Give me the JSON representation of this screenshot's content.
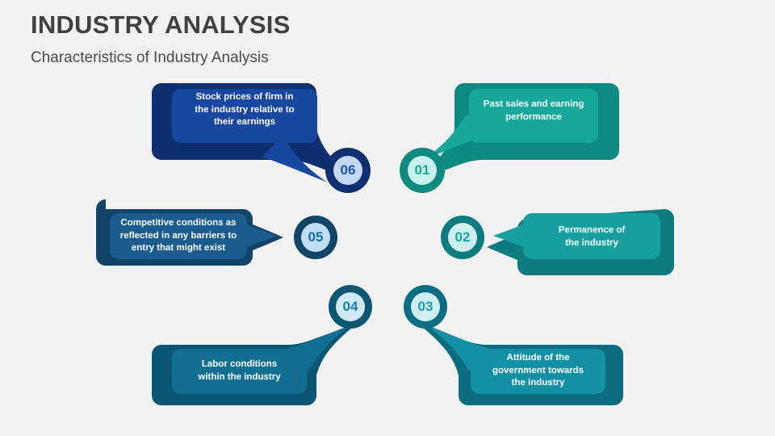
{
  "header": {
    "title": "INDUSTRY ANALYSIS",
    "subtitle": "Characteristics of Industry Analysis"
  },
  "theme": {
    "background": "#f2f2f2",
    "title_color": "#404040",
    "subtitle_color": "#4a4a4a",
    "text_color": "#ffffff"
  },
  "diagram": {
    "type": "radial-callout-infographic",
    "node_count": 6,
    "nodes": [
      {
        "number": "01",
        "text": "Past sales and earning\nperformance",
        "position": "top-right",
        "fill": "#17a89b",
        "shadow": "#0e8a80",
        "ring_outer": "#0e8a80",
        "ring_inner": "#c9f2ec",
        "number_color": "#17a89b"
      },
      {
        "number": "02",
        "text": "Permanence of\nthe industry",
        "position": "middle-right",
        "fill": "#16a0a0",
        "shadow": "#0d7b80",
        "ring_outer": "#0d7b80",
        "ring_inner": "#cdf0ee",
        "number_color": "#18a5a5"
      },
      {
        "number": "03",
        "text": "Attitude of the\ngovernment towards\nthe industry",
        "position": "bottom-right",
        "fill": "#1490a4",
        "shadow": "#0c6d80",
        "ring_outer": "#0c6d80",
        "ring_inner": "#cdeef3",
        "number_color": "#1f9cb0"
      },
      {
        "number": "04",
        "text": "Labor conditions\nwithin the industry",
        "position": "bottom-left",
        "fill": "#136f91",
        "shadow": "#0b5672",
        "ring_outer": "#0b5672",
        "ring_inner": "#cfe9f5",
        "number_color": "#1b7fa3"
      },
      {
        "number": "05",
        "text": "Competitive conditions  as\nreflected in any barriers to\nentry that might exist",
        "position": "middle-left",
        "fill": "#1b5c8f",
        "shadow": "#114467",
        "ring_outer": "#114467",
        "ring_inner": "#bfdef5",
        "number_color": "#1b6ea3"
      },
      {
        "number": "06",
        "text": "Stock prices of firm in\nthe industry  relative to\ntheir earnings",
        "position": "top-left",
        "fill": "#17479e",
        "shadow": "#0e2f70",
        "ring_outer": "#0e2f70",
        "ring_inner": "#c5d9f5",
        "number_color": "#1d55a8"
      }
    ]
  }
}
